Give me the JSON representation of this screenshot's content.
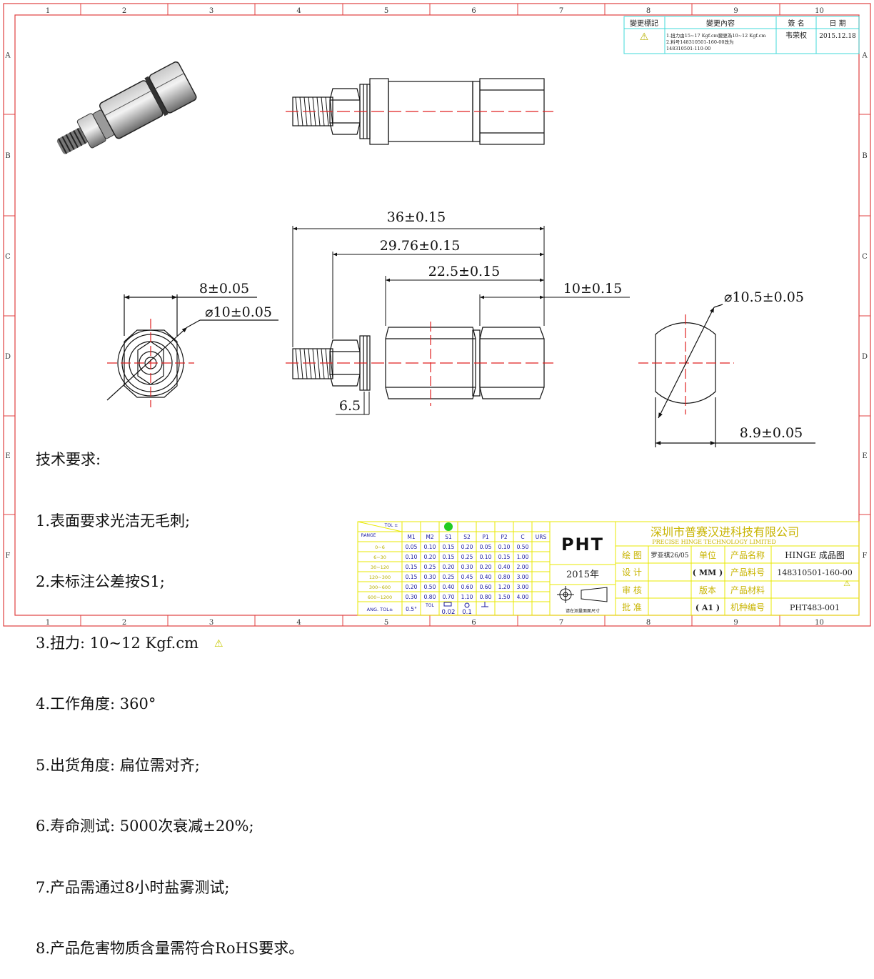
{
  "border": {
    "cols": [
      "1",
      "2",
      "3",
      "4",
      "5",
      "6",
      "7",
      "8",
      "9",
      "10"
    ],
    "rows": [
      "A",
      "B",
      "C",
      "D",
      "E",
      "F"
    ]
  },
  "revision": {
    "headers": [
      "變更標記",
      "變更內容",
      "簽 名",
      "日 期"
    ],
    "mark": "⚠",
    "content": [
      "1.扭力由15~17 Kgf.cm變更為10~12 Kgf.cm",
      "2.料号148310501-160-00改为",
      "  148310501-110-00"
    ],
    "signer": "韦荣权",
    "date": "2015.12.18"
  },
  "dimensions": {
    "overall": "36±0.15",
    "body": "29.76±0.15",
    "main": "22.5±0.15",
    "cap": "10±0.15",
    "hex_width": "8±0.05",
    "hex_dia": "⌀10±0.05",
    "collar": "6.5",
    "end_dia": "⌀10.5±0.05",
    "flat": "8.9±0.05"
  },
  "notes": [
    "技术要求:",
    "1.表面要求光洁无毛刺;",
    "2.未标注公差按S1;",
    "3.扭力: 10~12 Kgf.cm",
    "4.工作角度: 360°",
    "5.出货角度: 扁位需对齐;",
    "6.寿命测试: 5000次衰减±20%;",
    "7.产品需通过8小时盐雾测试;",
    "8.产品危害物质含量需符合RoHS要求。"
  ],
  "note_mark": "⚠",
  "tolerance": {
    "corner_top": "TOL ±",
    "corner_bottom": "RANGE",
    "columns": [
      "M1",
      "M2",
      "S1",
      "S2",
      "P1",
      "P2",
      "C",
      "URS"
    ],
    "rows": [
      {
        "range": "0~6",
        "vals": [
          "0.05",
          "0.10",
          "0.15",
          "0.20",
          "0.05",
          "0.10",
          "0.50",
          ""
        ]
      },
      {
        "range": "6~30",
        "vals": [
          "0.10",
          "0.20",
          "0.15",
          "0.25",
          "0.10",
          "0.15",
          "1.00",
          ""
        ]
      },
      {
        "range": "30~120",
        "vals": [
          "0.15",
          "0.25",
          "0.20",
          "0.30",
          "0.20",
          "0.40",
          "2.00",
          ""
        ]
      },
      {
        "range": "120~300",
        "vals": [
          "0.15",
          "0.30",
          "0.25",
          "0.45",
          "0.40",
          "0.80",
          "3.00",
          ""
        ]
      },
      {
        "range": "300~600",
        "vals": [
          "0.20",
          "0.50",
          "0.40",
          "0.60",
          "0.60",
          "1.20",
          "3.00",
          ""
        ]
      },
      {
        "range": "600~1200",
        "vals": [
          "0.30",
          "0.80",
          "0.70",
          "1.10",
          "0.80",
          "1.50",
          "4.00",
          ""
        ]
      }
    ],
    "ang_label": "ANG. TOL±",
    "ang_value": "0.5°",
    "tol_label": "TOL",
    "flat_tol": "0.02",
    "round_tol": "0.1",
    "selected_color": "#22cc22"
  },
  "title_block": {
    "logo": "PHT",
    "company_cn": "深圳市普赛汉进科技有限公司",
    "company_en": "PRECISE HINGE TECHNOLOGY LIMITED",
    "year": "2015年",
    "drawn_label": "绘 图",
    "drawn_by": "罗亚祺26/05",
    "design_label": "设 计",
    "check_label": "审 核",
    "approve_label": "批 准",
    "unit_label": "单位",
    "unit": "( MM )",
    "version_label": "版本",
    "size": "( A1 )",
    "name_label": "产品名称",
    "name": "HINGE 成品图",
    "pn_label": "产品料号",
    "pn": "148310501-160-00",
    "pn_mark": "⚠",
    "material_label": "产品材料",
    "model_label": "机种编号",
    "model": "PHT483-001",
    "proj_note": "请在测量面面尺寸"
  }
}
